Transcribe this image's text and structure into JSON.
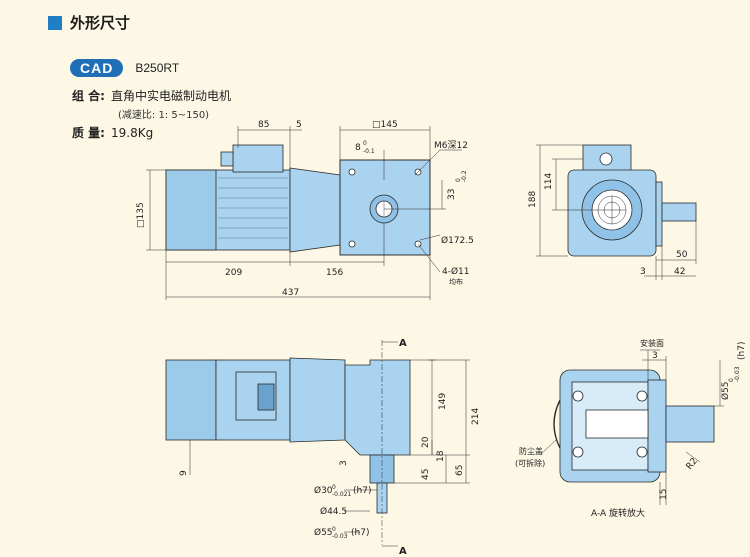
{
  "header": {
    "title": "外形尺寸",
    "accent": "#1f7ec4"
  },
  "cad": {
    "badge": "CAD",
    "model": "B250RT"
  },
  "combo": {
    "label": "组 合:",
    "value": "直角中实电磁制动电机",
    "ratio": "(减速比: 1: 5~150)"
  },
  "mass": {
    "label": "质 量:",
    "value": "19.8Kg"
  },
  "colors": {
    "body": "#a9d3ee",
    "body_dark": "#7fb8df",
    "line": "#2a2a2a"
  },
  "top_view": {
    "d85": "85",
    "d5": "5",
    "d145": "□145",
    "d8": "8",
    "d8_tol": "0",
    "d8_tol2": "-0.1",
    "m6": "M6深12",
    "d33": "33",
    "d33_tol": "0",
    "d33_tol2": "-0.2",
    "d135": "□135",
    "d172": "Ø172.5",
    "d209": "209",
    "d156": "156",
    "d4": "4-Ø11",
    "d4_note": "均布",
    "d437": "437"
  },
  "side_view": {
    "d188": "188",
    "d114": "114",
    "d50": "50",
    "d3": "3",
    "d42": "42"
  },
  "bottom_view": {
    "sec": "A",
    "d149": "149",
    "d214": "214",
    "d20": "20",
    "d18": "18",
    "d45": "45",
    "d65": "65",
    "d9": "9",
    "d3": "3",
    "d30": "Ø30",
    "d30_tol": "0",
    "d30_tol2": "-0.021",
    "d30_fit": "(h7)",
    "d445": "Ø44.5",
    "d55": "Ø55",
    "d55_tol": "0",
    "d55_tol2": "-0.03",
    "d55_fit": "(h7)"
  },
  "section_view": {
    "install": "安装面",
    "d3": "3",
    "d55": "Ø55",
    "d55_tol": "0",
    "d55_tol2": "-0.03",
    "d55_fit": "(h7)",
    "dust": "防尘盖",
    "dust2": "(可拆除)",
    "r2": "R2",
    "d15": "15",
    "caption": "A-A 旋转放大"
  }
}
